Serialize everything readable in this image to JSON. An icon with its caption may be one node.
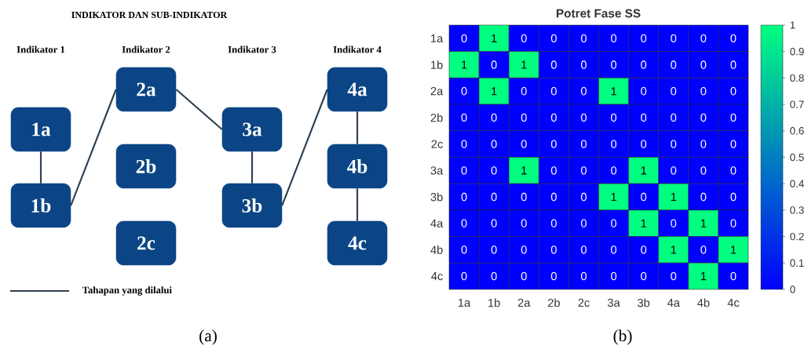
{
  "diagram": {
    "title": "INDIKATOR DAN SUB-INDIKATOR",
    "nodes": [
      {
        "text": [
          "1a"
        ]
      },
      {
        "text": [
          "1b"
        ]
      },
      {
        "text": [
          "2a"
        ]
      },
      {
        "text": [
          "2b"
        ]
      },
      {
        "text": [
          "2c"
        ]
      },
      {
        "text": [
          "3a"
        ]
      },
      {
        "text": [
          "3b"
        ]
      },
      {
        "text": [
          "4a"
        ]
      },
      {
        "text": [
          "4b"
        ]
      },
      {
        "text": [
          "4c"
        ]
      }
    ],
    "edges": [
      {
        "from": 0,
        "to": 1,
        "arrow": "none"
      },
      {
        "from": 1,
        "to": 2,
        "arrow": "none"
      },
      {
        "from": 2,
        "to": 5,
        "arrow": "none"
      },
      {
        "from": 5,
        "to": 6,
        "arrow": "none"
      },
      {
        "from": 6,
        "to": 7,
        "arrow": "none"
      },
      {
        "from": 7,
        "to": 8,
        "arrow": "none"
      },
      {
        "from": 8,
        "to": 9,
        "arrow": "none"
      }
    ],
    "labels": [
      "Indikator 1",
      "Indikator 2",
      "Indikator 3",
      "Indikator 4",
      "Potret Fase SS",
      "1a",
      "0",
      "1",
      "0",
      "0",
      "0",
      "0",
      "0",
      "0",
      "0",
      "0",
      "1b",
      "1",
      "0",
      "1",
      "0",
      "0",
      "0",
      "0",
      "0",
      "0",
      "0",
      "2a",
      "0",
      "1",
      "0",
      "0",
      "0",
      "1",
      "0",
      "0",
      "0",
      "0",
      "2b",
      "0",
      "0",
      "0",
      "0",
      "0",
      "0",
      "0",
      "0",
      "0",
      "0",
      "2c",
      "0",
      "0",
      "0",
      "0",
      "0",
      "0",
      "0",
      "0",
      "0",
      "0",
      "3a",
      "0",
      "0",
      "1",
      "0",
      "0",
      "0",
      "1",
      "0",
      "0",
      "0",
      "3b",
      "0",
      "0",
      "0",
      "0",
      "0",
      "1",
      "0",
      "1",
      "0",
      "0",
      "4a",
      "0",
      "0",
      "0",
      "0",
      "0",
      "0",
      "1",
      "0",
      "1",
      "0",
      "4b",
      "0",
      "0",
      "0",
      "0",
      "0",
      "0",
      "0",
      "1",
      "0",
      "1",
      "4c",
      "0",
      "0",
      "0",
      "0",
      "0",
      "0",
      "0",
      "0",
      "1",
      "0",
      "1a",
      "1b",
      "2a",
      "2b",
      "2c",
      "3a",
      "3b",
      "4a",
      "4b",
      "4c",
      "1",
      "0.9",
      "0.8",
      "0.7",
      "0.6",
      "0.5",
      "0.4",
      "0.3",
      "0.2",
      "0.1",
      "0",
      "(a)",
      "(b)"
    ],
    "legend": [
      {
        "text": "Tahapan yang dilalui"
      }
    ]
  }
}
